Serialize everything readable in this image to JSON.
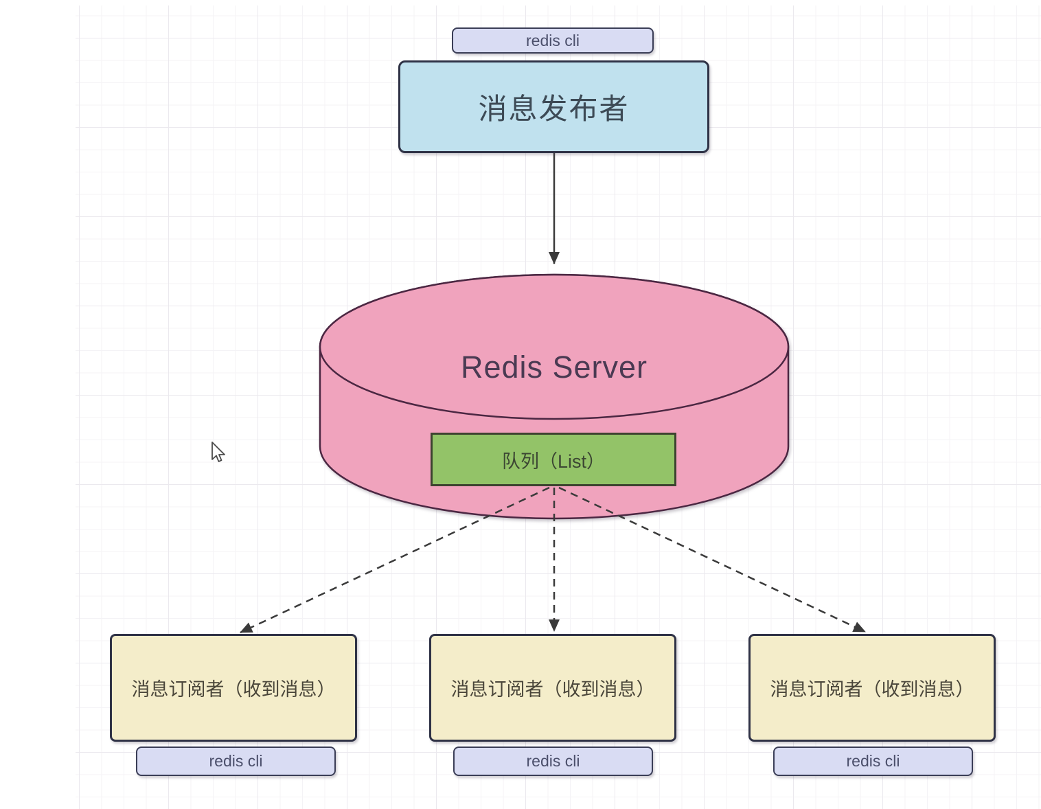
{
  "publisher": {
    "badge_label": "redis cli",
    "label": "消息发布者"
  },
  "server": {
    "label": "Redis Server",
    "queue_label": "队列（List）"
  },
  "subscribers": [
    {
      "label": "消息订阅者（收到消息）",
      "badge_label": "redis cli"
    },
    {
      "label": "消息订阅者（收到消息）",
      "badge_label": "redis cli"
    },
    {
      "label": "消息订阅者（收到消息）",
      "badge_label": "redis cli"
    }
  ],
  "colors": {
    "publisher-fill": "#c0e1ee",
    "badge-fill": "#d9dcf3",
    "badge-border": "#3a3d56",
    "badge-text": "#4b4f6b",
    "cylinder-fill": "#f0a3bd",
    "cylinder-border": "#4b2742",
    "server-text": "#4a3a52",
    "queue-fill": "#93c368",
    "queue-border": "#3d4430",
    "queue-text": "#3c4733",
    "subscriber-fill": "#f4edca",
    "subscriber-text": "#4a463a",
    "node-border": "#2f3246",
    "cjk-text": "#3d4a55",
    "arrow-color": "#3a3a3a",
    "grid-minor": "#f4f3f6",
    "grid-major": "#ebe9ee"
  }
}
